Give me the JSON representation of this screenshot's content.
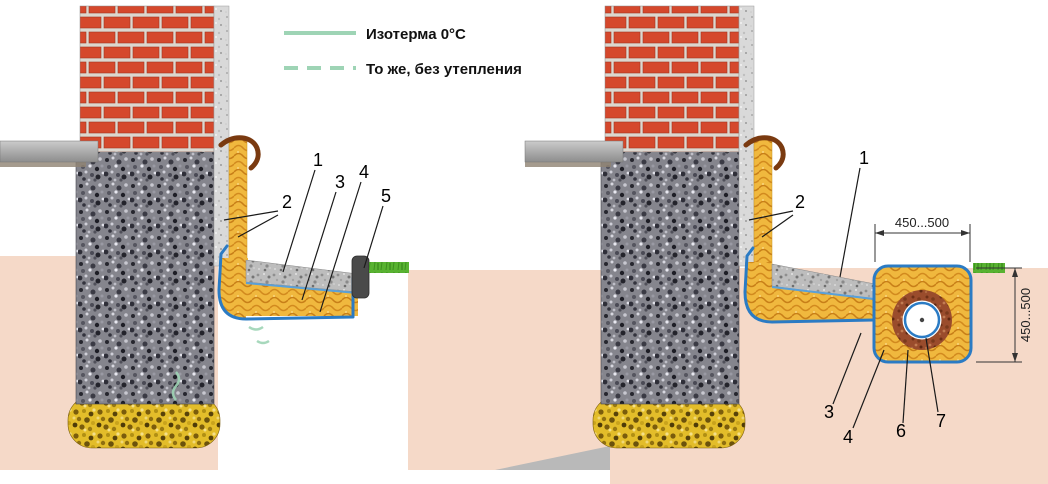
{
  "legend": {
    "isotherm_label": "Изотерма 0°С",
    "no_insulation_label": "То же, без утепления"
  },
  "left_diagram": {
    "callouts": [
      "1",
      "2",
      "3",
      "4",
      "5"
    ]
  },
  "right_diagram": {
    "callouts": [
      "1",
      "2",
      "3",
      "4",
      "6",
      "7"
    ],
    "dim_width": "450...500",
    "dim_depth": "450...500"
  },
  "colors": {
    "isotherm": "#9ed4b5",
    "membrane_blue": "#2b7bc4",
    "brick_red": "#d5482c",
    "insulation_yellow": "#f0b83e",
    "soil_pink": "#f5d9c8",
    "grass_green": "#58b231",
    "callout_line": "#1a1a1a"
  }
}
